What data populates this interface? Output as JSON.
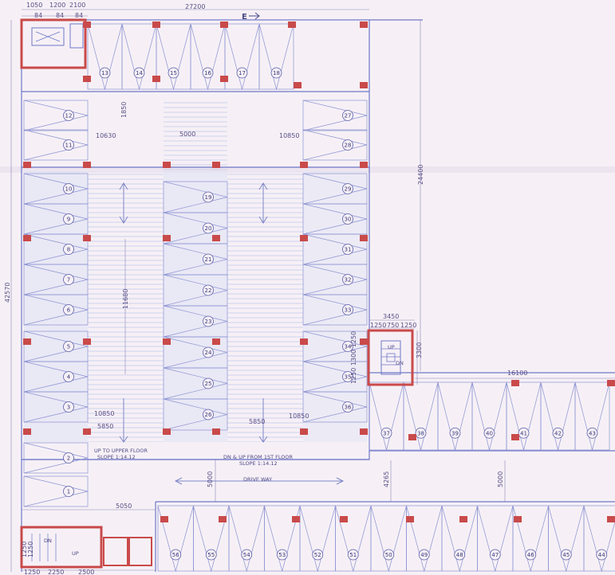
{
  "colors": {
    "paper": "#f6f0f6",
    "line": "#6f78c8",
    "line_light": "#aab0e2",
    "hatch": "#bcc3ea",
    "column": "#c94a4a",
    "text": "#4a4a88"
  },
  "dimensions": {
    "top_left_1": "1050",
    "top_left_2": "1200",
    "top_left_3": "2100",
    "top_overall": "27200",
    "sub_top_1": "84",
    "sub_top_2": "84",
    "sub_top_3": "84",
    "left_overall": "42570",
    "right_mid": "24400",
    "row_top_1": "1850",
    "row_top_2": "10630",
    "row_top_3": "5000",
    "row_top_4": "10850",
    "aisle_left": "11680",
    "aisle_left_2": "10850",
    "lower_1": "5850",
    "lower_2": "5850",
    "lower_3": "10850",
    "stair_width": "3450",
    "stair_sub_1": "1250",
    "stair_sub_2": "750",
    "stair_sub_3": "1250",
    "stair_vert": "3300",
    "stair_side": "1250 1300 1250",
    "east_width": "16100",
    "ramp_height": "5000",
    "south_1": "5050",
    "south_2": "4265",
    "south_3": "5000",
    "bottom_1": "1250",
    "bottom_2": "2250",
    "bottom_3": "2500",
    "stair_bottom_1": "1250",
    "stair_bottom_2": "1250"
  },
  "notes": {
    "north_arrow": "E",
    "up_to_upper": "UP TO UPPER FLOOR",
    "up_slope": "SLOPE 1:14.12",
    "dn_up": "DN & UP FROM 1ST FLOOR",
    "dn_slope": "SLOPE 1:14.12",
    "drive_way": "DRIVE WAY",
    "stair_up": "UP",
    "stair_dn": "DN",
    "bottom_up": "UP",
    "bottom_dn": "DN"
  },
  "bays": {
    "top_row": [
      "13",
      "14",
      "15",
      "16",
      "17",
      "18"
    ],
    "left_col": [
      "12",
      "11",
      "10",
      "9",
      "8",
      "7",
      "6",
      "5",
      "4",
      "3",
      "2",
      "1"
    ],
    "mid_col": [
      "19",
      "20",
      "21",
      "22",
      "23",
      "24",
      "25",
      "26"
    ],
    "right_col": [
      "27",
      "28",
      "29",
      "30",
      "31",
      "32",
      "33",
      "34",
      "35",
      "36"
    ],
    "east_row": [
      "37",
      "38",
      "39",
      "40",
      "41",
      "42",
      "43"
    ],
    "bottom_row": [
      "56",
      "55",
      "54",
      "53",
      "52",
      "51",
      "50",
      "49",
      "48",
      "47",
      "46",
      "45",
      "44"
    ]
  }
}
